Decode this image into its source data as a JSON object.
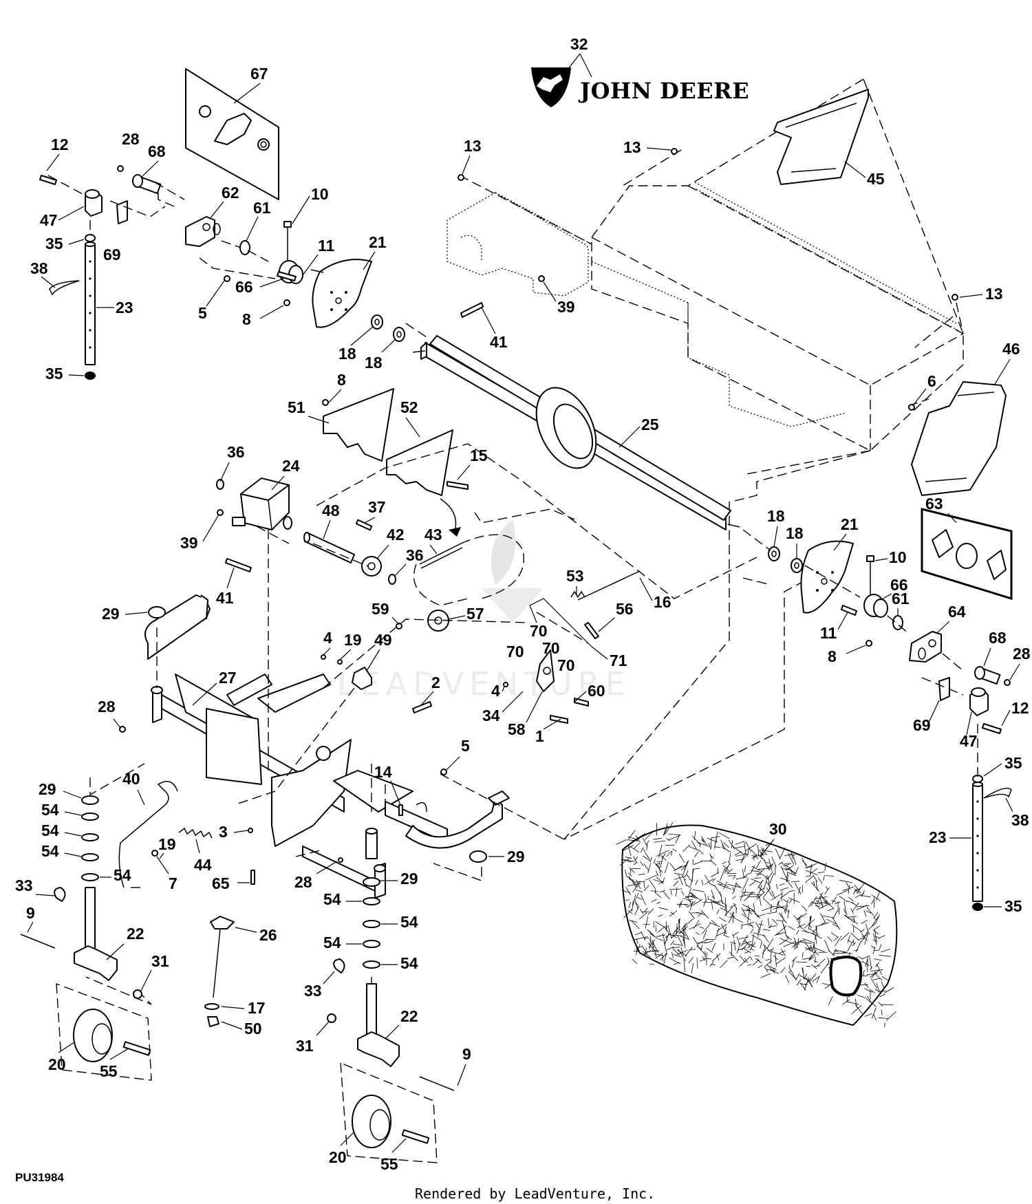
{
  "brand": {
    "name": "JOHN DEERE",
    "callout": "32"
  },
  "drawing_number": "PU31984",
  "footer_text": "Rendered by LeadVenture, Inc.",
  "watermark_text": "LEADVENTURE",
  "callouts": {
    "c1": "1",
    "c2": "2",
    "c3": "3",
    "c4a": "4",
    "c4b": "4",
    "c5a": "5",
    "c5b": "5",
    "c6": "6",
    "c7": "7",
    "c8a": "8",
    "c8b": "8",
    "c8c": "8",
    "c9a": "9",
    "c9b": "9",
    "c10a": "10",
    "c10b": "10",
    "c11a": "11",
    "c11b": "11",
    "c12a": "12",
    "c12b": "12",
    "c13a": "13",
    "c13b": "13",
    "c13c": "13",
    "c14": "14",
    "c15": "15",
    "c16": "16",
    "c17": "17",
    "c18a": "18",
    "c18b": "18",
    "c18c": "18",
    "c18d": "18",
    "c19a": "19",
    "c19b": "19",
    "c20a": "20",
    "c20b": "20",
    "c21a": "21",
    "c21b": "21",
    "c22a": "22",
    "c22b": "22",
    "c23a": "23",
    "c23b": "23",
    "c24": "24",
    "c25": "25",
    "c26": "26",
    "c27": "27",
    "c28a": "28",
    "c28b": "28",
    "c28c": "28",
    "c28d": "28",
    "c29a": "29",
    "c29b": "29",
    "c29c": "29",
    "c29d": "29",
    "c30": "30",
    "c31a": "31",
    "c31b": "31",
    "c33a": "33",
    "c33b": "33",
    "c34": "34",
    "c35a": "35",
    "c35b": "35",
    "c35c": "35",
    "c35d": "35",
    "c36a": "36",
    "c36b": "36",
    "c37": "37",
    "c38a": "38",
    "c38b": "38",
    "c39a": "39",
    "c39b": "39",
    "c40": "40",
    "c41a": "41",
    "c41b": "41",
    "c42": "42",
    "c43": "43",
    "c44": "44",
    "c45": "45",
    "c46": "46",
    "c47a": "47",
    "c47b": "47",
    "c48": "48",
    "c49": "49",
    "c50": "50",
    "c51": "51",
    "c52": "52",
    "c53": "53",
    "c54a": "54",
    "c54b": "54",
    "c54c": "54",
    "c54d": "54",
    "c54e": "54",
    "c54f": "54",
    "c54g": "54",
    "c54h": "54",
    "c55a": "55",
    "c55b": "55",
    "c56": "56",
    "c57": "57",
    "c58": "58",
    "c59": "59",
    "c60": "60",
    "c61a": "61",
    "c61b": "61",
    "c62": "62",
    "c63": "63",
    "c64": "64",
    "c65": "65",
    "c66a": "66",
    "c66b": "66",
    "c67": "67",
    "c68a": "68",
    "c68b": "68",
    "c69a": "69",
    "c69b": "69",
    "c70a": "70",
    "c70b": "70",
    "c70c": "70",
    "c70d": "70",
    "c71": "71"
  }
}
